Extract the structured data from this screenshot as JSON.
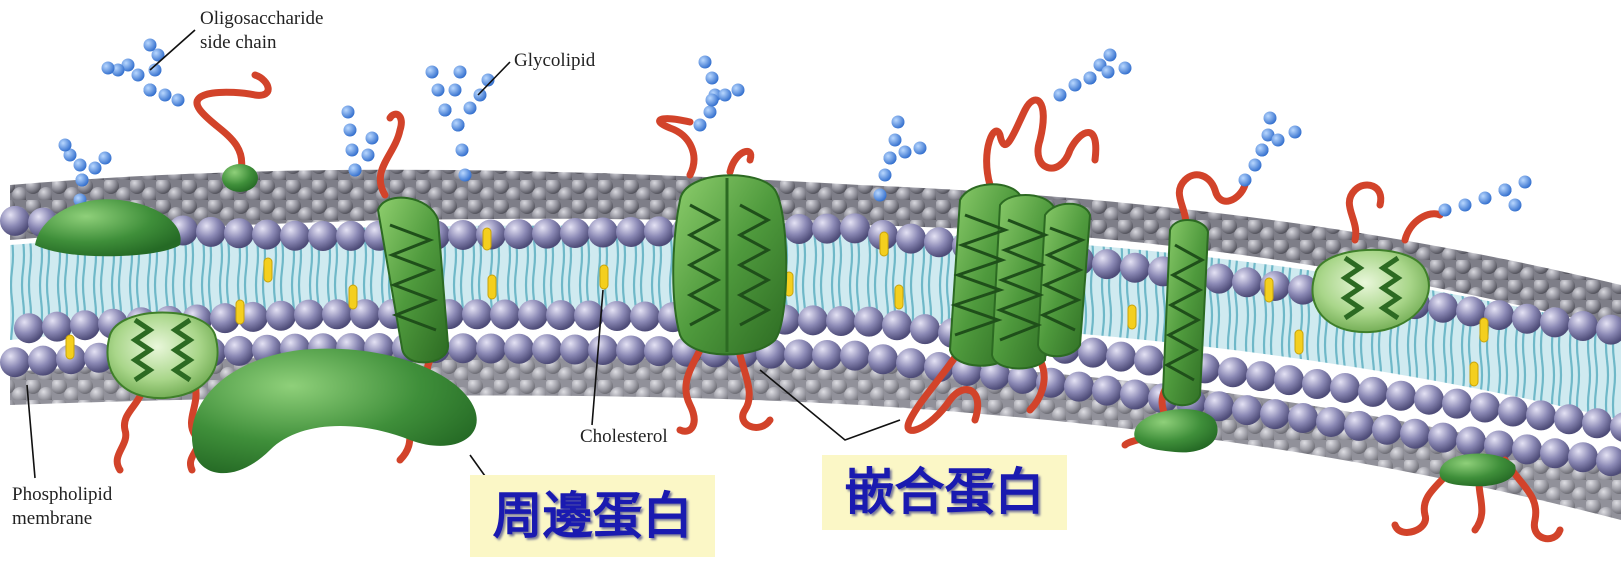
{
  "labels": {
    "oligosaccharide": "Oligosaccharide",
    "side_chain": "side chain",
    "glycolipid": "Glycolipid",
    "cholesterol": "Cholesterol",
    "phospholipid": "Phospholipid",
    "membrane": "membrane"
  },
  "captions": {
    "peripheral": "周邊蛋白",
    "integral": "嵌合蛋白"
  },
  "colors": {
    "protein_green": "#4f9a3d",
    "protein_green_light": "#9ccc7a",
    "loop_red": "#d2432a",
    "sugar_blue": "#3f7fd6",
    "head_purple": "#8b89b5",
    "tail_teal": "#a8d6df",
    "cholesterol_yellow": "#f4cf1e",
    "caption_bg": "#fbf7c6",
    "caption_text": "#1a1ab0"
  }
}
